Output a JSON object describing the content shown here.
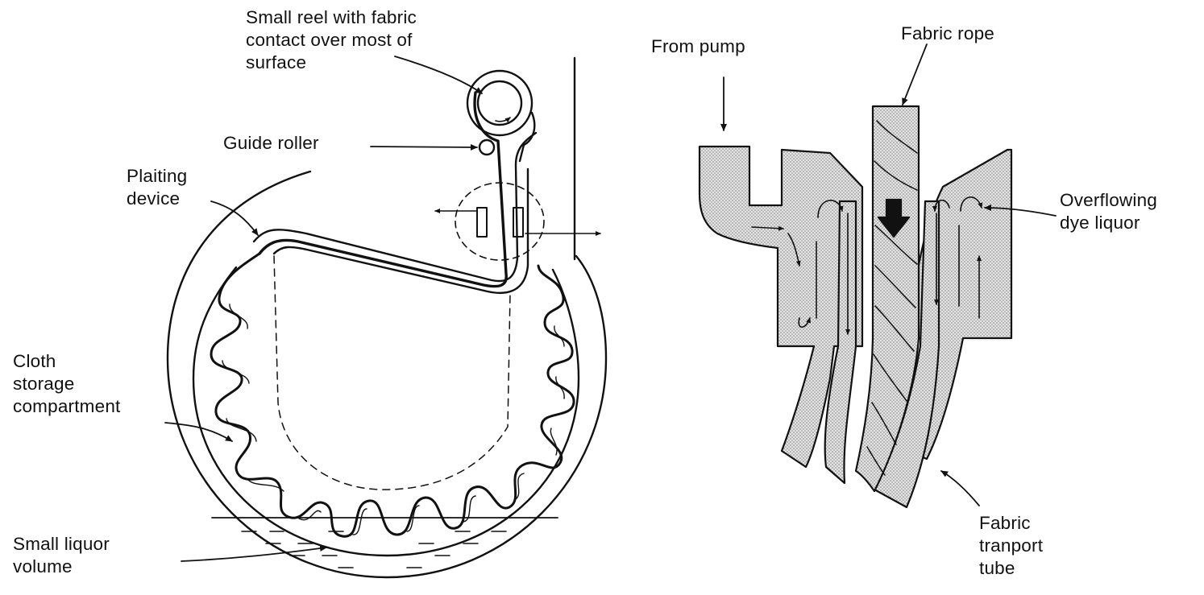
{
  "left_diagram": {
    "labels": {
      "reel": [
        "Small reel with fabric",
        "contact over most of",
        "surface"
      ],
      "guide_roller": [
        "Guide roller"
      ],
      "plaiting": [
        "Plaiting",
        "device"
      ],
      "cloth_storage": [
        "Cloth",
        "storage",
        "compartment"
      ],
      "liquor": [
        "Small liquor",
        "volume"
      ]
    }
  },
  "right_diagram": {
    "labels": {
      "from_pump": [
        "From pump"
      ],
      "fabric_rope": [
        "Fabric rope"
      ],
      "overflowing": [
        "Overflowing",
        "dye liquor"
      ],
      "transport_tube": [
        "Fabric",
        "tranport",
        "tube"
      ]
    }
  },
  "colors": {
    "ink": "#111111",
    "stipple": "#c9c9c9",
    "background": "#ffffff"
  }
}
